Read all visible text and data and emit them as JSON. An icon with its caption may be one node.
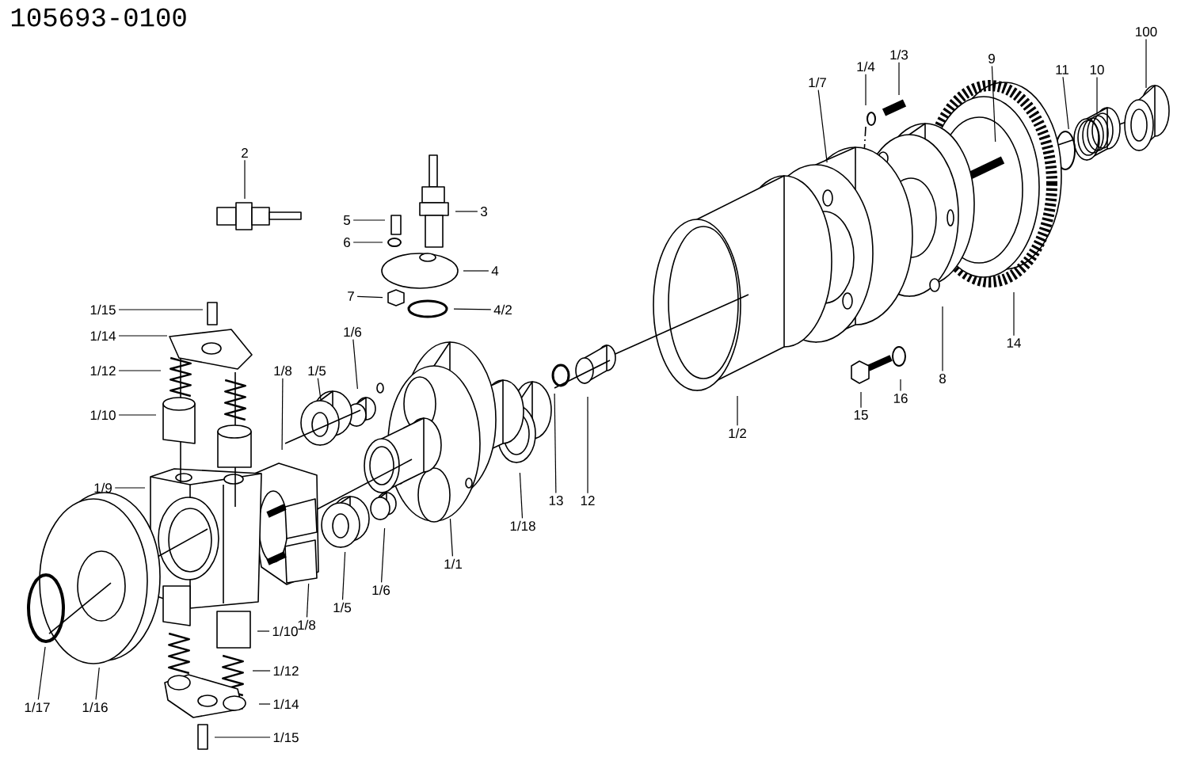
{
  "diagram": {
    "title": "105693-0100",
    "nodes": [
      {
        "text": [
          "2"
        ]
      },
      {
        "text": [
          "3"
        ]
      },
      {
        "text": [
          "5"
        ]
      },
      {
        "text": [
          "6"
        ]
      },
      {
        "text": [
          "4"
        ]
      },
      {
        "text": [
          "7"
        ]
      },
      {
        "text": [
          "4/2"
        ]
      },
      {
        "text": [
          "1/15"
        ]
      },
      {
        "text": [
          "1/14"
        ]
      },
      {
        "text": [
          "1/12"
        ]
      },
      {
        "text": [
          "1/10"
        ]
      },
      {
        "text": [
          "1/9"
        ]
      },
      {
        "text": [
          "1/8"
        ]
      },
      {
        "text": [
          "1/5"
        ]
      },
      {
        "text": [
          "1/6"
        ]
      },
      {
        "text": [
          "1/17"
        ]
      },
      {
        "text": [
          "1/16"
        ]
      },
      {
        "text": [
          "1/15"
        ]
      },
      {
        "text": [
          "1/14"
        ]
      },
      {
        "text": [
          "1/12"
        ]
      },
      {
        "text": [
          "1/10"
        ]
      },
      {
        "text": [
          "1/8"
        ]
      },
      {
        "text": [
          "1/5"
        ]
      },
      {
        "text": [
          "1/6"
        ]
      },
      {
        "text": [
          "1/1"
        ]
      },
      {
        "text": [
          "1/18"
        ]
      },
      {
        "text": [
          "13"
        ]
      },
      {
        "text": [
          "12"
        ]
      },
      {
        "text": [
          "1/2"
        ]
      },
      {
        "text": [
          "15"
        ]
      },
      {
        "text": [
          "16"
        ]
      },
      {
        "text": [
          "8"
        ]
      },
      {
        "text": [
          "14"
        ]
      },
      {
        "text": [
          "1/7"
        ]
      },
      {
        "text": [
          "1/4"
        ]
      },
      {
        "text": [
          "1/3"
        ]
      },
      {
        "text": [
          "9"
        ]
      },
      {
        "text": [
          "11"
        ]
      },
      {
        "text": [
          "10"
        ]
      },
      {
        "text": [
          "100"
        ]
      }
    ],
    "edges": [
      {
        "from": 0,
        "to": null,
        "arrow": "none"
      },
      {
        "from": 1,
        "to": null,
        "arrow": "none"
      },
      {
        "from": 2,
        "to": null,
        "arrow": "none"
      },
      {
        "from": 3,
        "to": null,
        "arrow": "none"
      },
      {
        "from": 4,
        "to": null,
        "arrow": "none"
      },
      {
        "from": 5,
        "to": null,
        "arrow": "none"
      },
      {
        "from": 6,
        "to": null,
        "arrow": "none"
      },
      {
        "from": 7,
        "to": null,
        "arrow": "none"
      },
      {
        "from": 8,
        "to": null,
        "arrow": "none"
      },
      {
        "from": 9,
        "to": null,
        "arrow": "none"
      },
      {
        "from": 10,
        "to": null,
        "arrow": "none"
      },
      {
        "from": 11,
        "to": null,
        "arrow": "none"
      },
      {
        "from": 12,
        "to": null,
        "arrow": "none"
      },
      {
        "from": 13,
        "to": null,
        "arrow": "none"
      },
      {
        "from": 14,
        "to": null,
        "arrow": "none"
      },
      {
        "from": 15,
        "to": null,
        "arrow": "none"
      },
      {
        "from": 16,
        "to": null,
        "arrow": "none"
      },
      {
        "from": 17,
        "to": null,
        "arrow": "none"
      },
      {
        "from": 18,
        "to": null,
        "arrow": "none"
      },
      {
        "from": 19,
        "to": null,
        "arrow": "none"
      },
      {
        "from": 20,
        "to": null,
        "arrow": "none"
      },
      {
        "from": 21,
        "to": null,
        "arrow": "none"
      },
      {
        "from": 22,
        "to": null,
        "arrow": "none"
      },
      {
        "from": 23,
        "to": null,
        "arrow": "none"
      },
      {
        "from": 24,
        "to": null,
        "arrow": "none"
      },
      {
        "from": 25,
        "to": null,
        "arrow": "none"
      },
      {
        "from": 26,
        "to": null,
        "arrow": "none"
      },
      {
        "from": 27,
        "to": null,
        "arrow": "none"
      },
      {
        "from": 28,
        "to": null,
        "arrow": "none"
      },
      {
        "from": 29,
        "to": null,
        "arrow": "none"
      },
      {
        "from": 30,
        "to": null,
        "arrow": "none"
      },
      {
        "from": 31,
        "to": null,
        "arrow": "none"
      },
      {
        "from": 32,
        "to": null,
        "arrow": "none"
      },
      {
        "from": 33,
        "to": null,
        "arrow": "none"
      },
      {
        "from": 34,
        "to": null,
        "arrow": "none"
      },
      {
        "from": 35,
        "to": null,
        "arrow": "none"
      },
      {
        "from": 36,
        "to": null,
        "arrow": "none"
      },
      {
        "from": 37,
        "to": null,
        "arrow": "none"
      },
      {
        "from": 38,
        "to": null,
        "arrow": "none"
      },
      {
        "from": 39,
        "to": null,
        "arrow": "none"
      }
    ]
  }
}
